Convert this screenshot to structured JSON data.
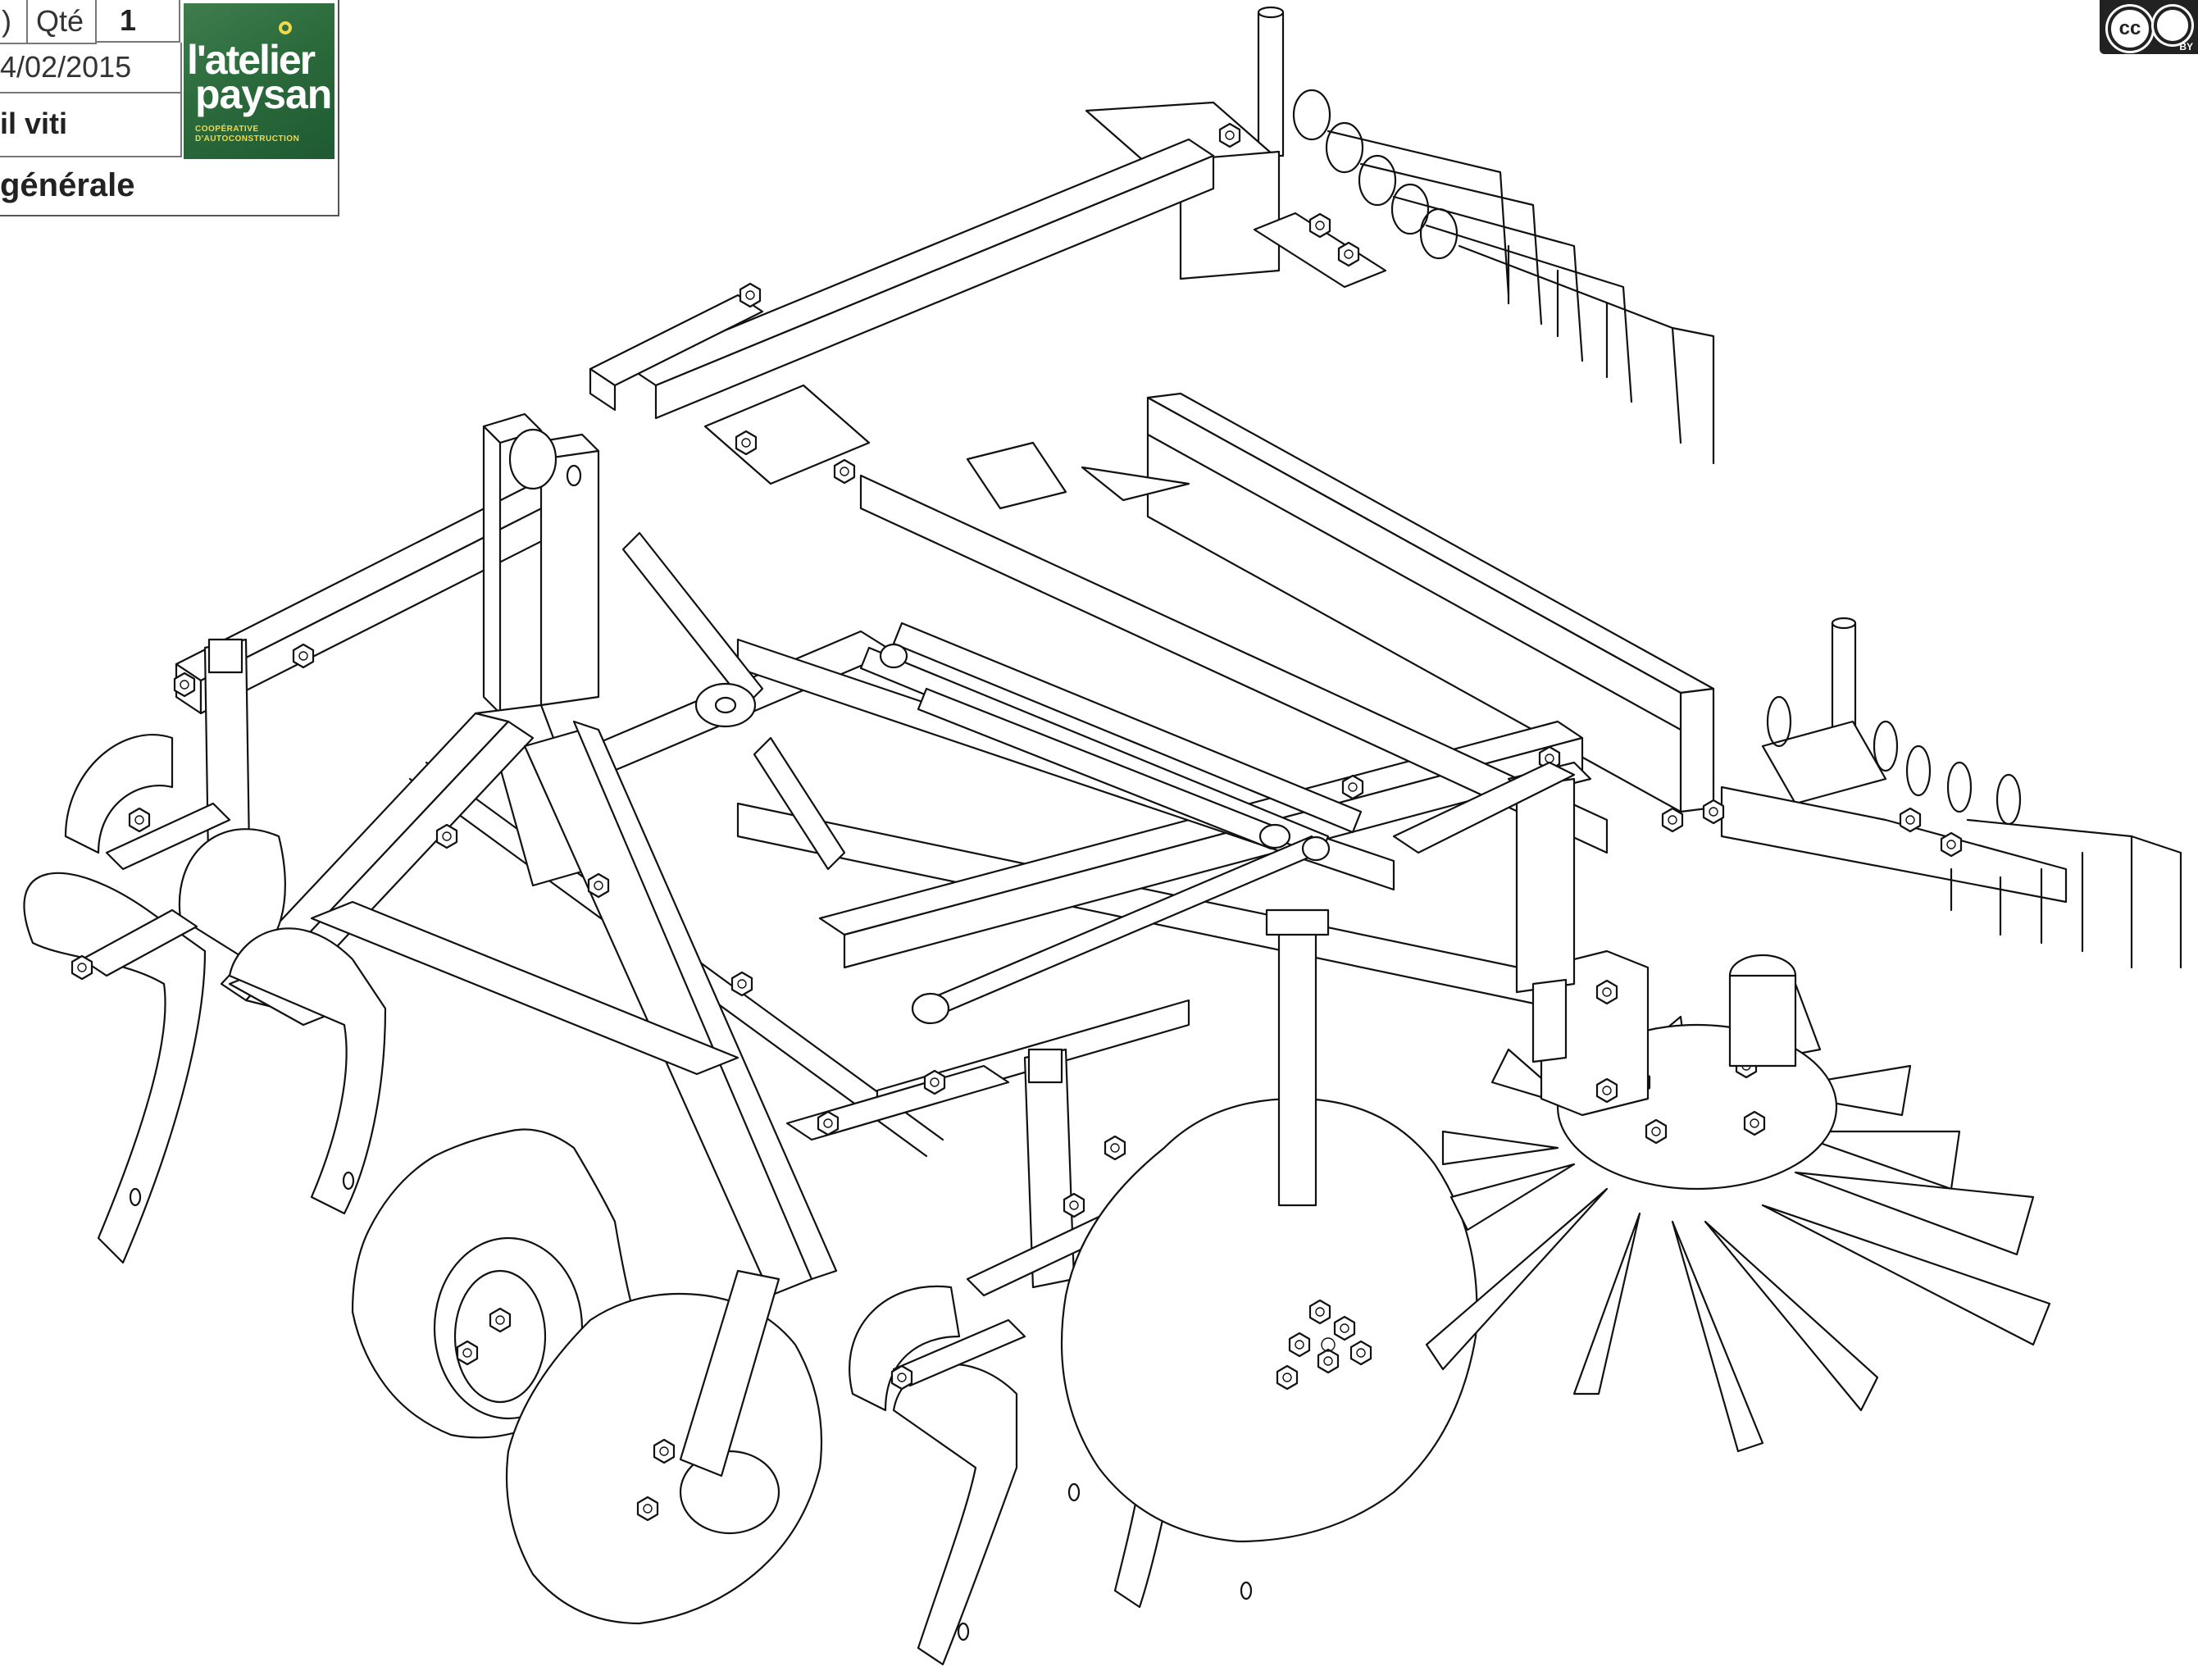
{
  "title_block": {
    "cells": {
      "ref_partial": ")",
      "qty_label": "Qté",
      "qty_value": "1",
      "date": "4/02/2015",
      "name_partial": "il viti",
      "view_partial": "générale"
    },
    "logo": {
      "line1": "l'atelier",
      "line2": "paysan",
      "tagline1": "COOPÉRATIVE",
      "tagline2": "D'AUTOCONSTRUCTION",
      "colors": {
        "background": "#2c6b3c",
        "text": "#ffffff",
        "accent": "#f2d94a"
      }
    }
  },
  "license": {
    "badge": "cc",
    "attribution": "BY"
  },
  "drawing": {
    "style": "isometric line drawing, black on white",
    "components": [
      "three-point-hitch-frame",
      "toolbar-frame",
      "spring-tine-cultivator-shanks",
      "notched-disc",
      "star-weeder-wheel",
      "spring-tine-harrow"
    ]
  }
}
